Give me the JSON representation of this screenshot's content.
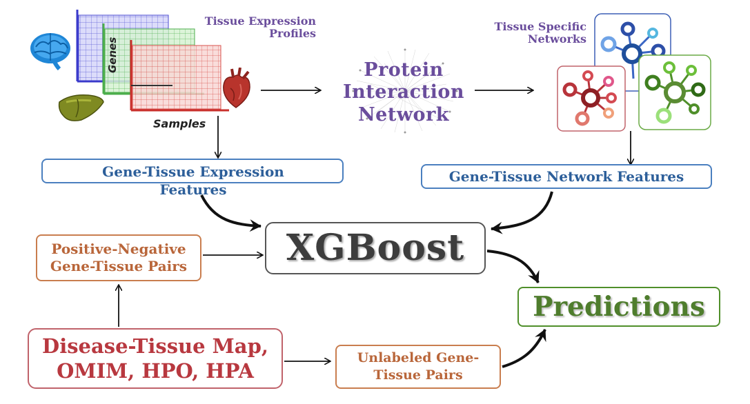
{
  "diagram": {
    "tissue_expression_title": "Tissue Expression Profiles",
    "tissue_specific_title": "Tissue Specific Networks",
    "axis_genes": "Genes",
    "axis_samples": "Samples",
    "ppi_label": "Protein Interaction Network",
    "expr_features": "Gene-Tissue Expression Features",
    "net_features": "Gene-Tissue Network Features",
    "xgboost": "XGBoost",
    "pos_neg_pairs": "Positive-Negative Gene-Tissue Pairs",
    "disease_map": "Disease-Tissue Map, OMIM, HPO, HPA",
    "unlabeled_pairs": "Unlabeled Gene-Tissue Pairs",
    "predictions": "Predictions"
  },
  "icons": [
    "brain-icon",
    "liver-icon",
    "heart-icon",
    "network-graph-icon"
  ],
  "colors": {
    "purple_text": "#6a4d9c",
    "blue_text": "#2d5f9a",
    "orange_text": "#b9663a",
    "red_text": "#b8383f",
    "green_text": "#4f7d2d",
    "grey_text": "#3d3d3d"
  }
}
